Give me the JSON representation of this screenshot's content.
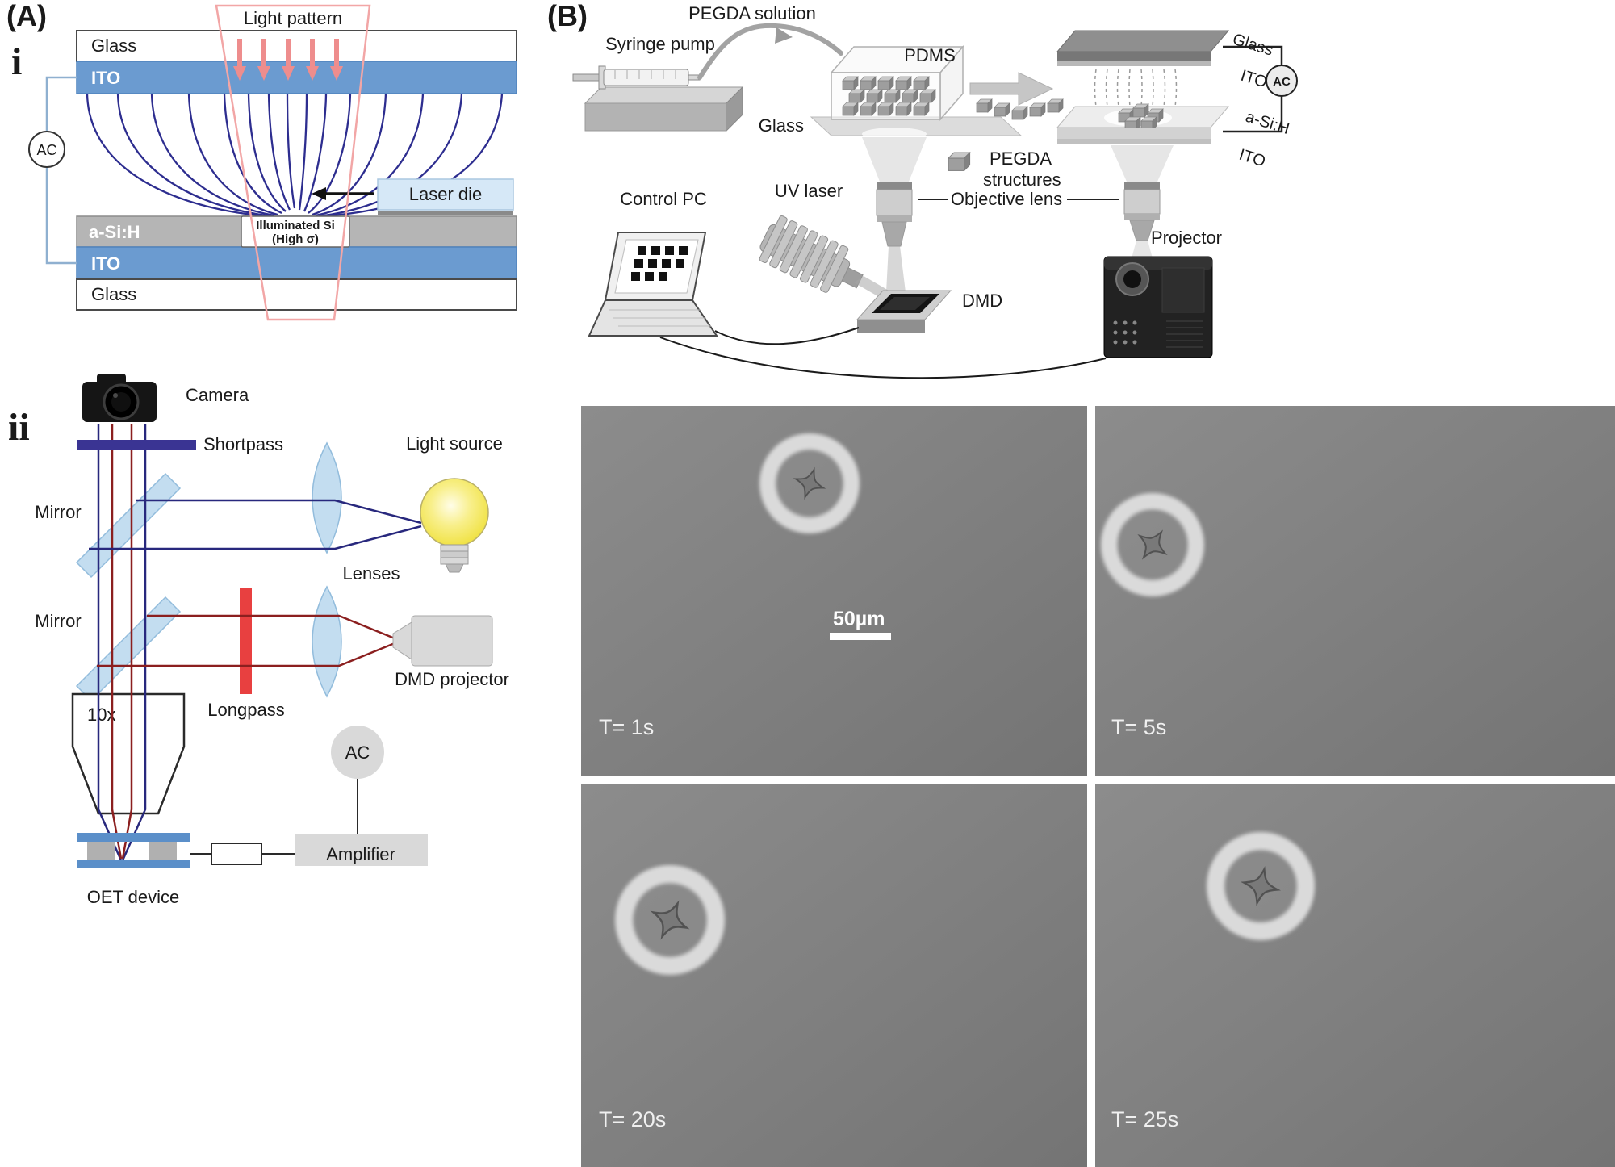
{
  "figure": {
    "panel_a": "(A)",
    "panel_b": "(B)",
    "sub_i": "i",
    "sub_ii": "ii"
  },
  "oet_device": {
    "light_pattern": "Light pattern",
    "glass_top": "Glass",
    "ito_top": "ITO",
    "ac": "AC",
    "laser_die": "Laser die",
    "a_si_h": "a-Si:H",
    "illuminated_si": "Illuminated Si",
    "high_sigma": "(High σ)",
    "ito_bottom": "ITO",
    "glass_bottom": "Glass"
  },
  "optical_setup": {
    "camera": "Camera",
    "shortpass": "Shortpass",
    "mirror_top": "Mirror",
    "light_source": "Light source",
    "lenses": "Lenses",
    "mirror_bottom": "Mirror",
    "longpass": "Longpass",
    "dmd_projector": "DMD projector",
    "objective_mag": "10x",
    "ac": "AC",
    "amplifier": "Amplifier",
    "oet_device": "OET device"
  },
  "fabrication": {
    "pegda_solution": "PEGDA solution",
    "syringe_pump": "Syringe pump",
    "pdms": "PDMS",
    "glass_slide": "Glass",
    "glass_top": "Glass",
    "ito_top": "ITO",
    "ac": "AC",
    "a_si_h": "a-Si:H",
    "ito_bottom": "ITO",
    "pegda_line1": "PEGDA",
    "pegda_line2": "structures",
    "control_pc": "Control PC",
    "uv_laser": "UV laser",
    "objective_lens": "Objective lens",
    "dmd": "DMD",
    "projector": "Projector"
  },
  "micrographs": {
    "scale_label": "50µm",
    "frames": [
      {
        "time": "T= 1s"
      },
      {
        "time": "T= 5s"
      },
      {
        "time": "T= 20s"
      },
      {
        "time": "T= 25s"
      }
    ]
  },
  "colors": {
    "ito_blue": "#6b9bd0",
    "field_line_navy": "#2d2d8f",
    "longpass_red": "#e84040",
    "mirror_blue": "#c3ddf0",
    "bulb_yellow": "#f2e23a"
  }
}
